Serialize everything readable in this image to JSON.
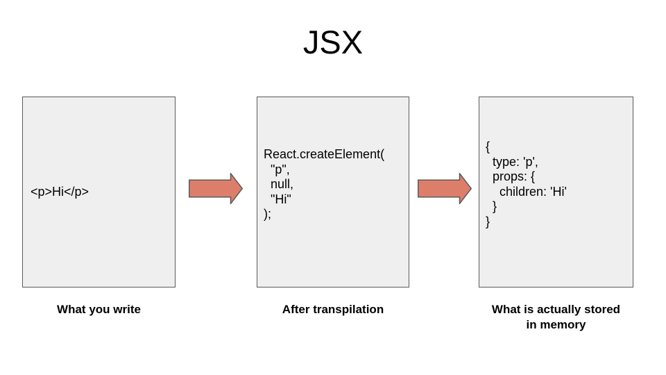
{
  "title": "JSX",
  "panels": [
    {
      "code": "<p>Hi</p>",
      "caption": "What you write"
    },
    {
      "code": "React.createElement(\n  \"p\",\n  null,\n  \"Hi\"\n);",
      "caption": "After transpilation"
    },
    {
      "code": "{\n  type: 'p',\n  props: {\n    children: 'Hi'\n  }\n}",
      "caption": "What is actually stored\nin memory"
    }
  ],
  "colors": {
    "arrow_fill": "#DD7E6B",
    "arrow_stroke": "#595959",
    "box_fill": "#EFEFEF",
    "box_border": "#595959",
    "text": "#000000"
  }
}
